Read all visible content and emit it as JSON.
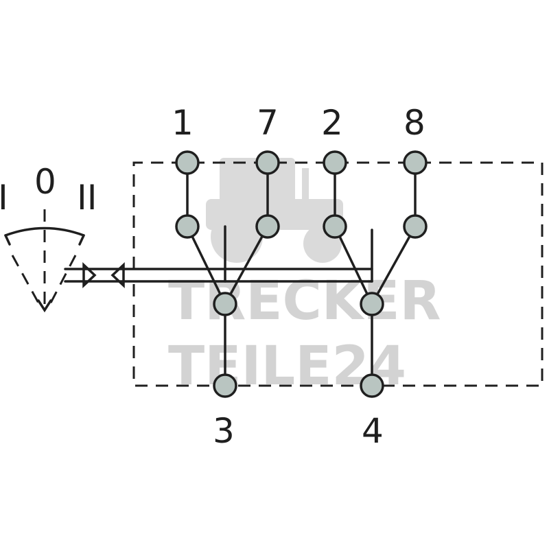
{
  "switch_positions": {
    "left": "I",
    "center": "0",
    "right": "II"
  },
  "terminals": {
    "t1": "1",
    "t7": "7",
    "t2": "2",
    "t8": "8",
    "t3": "3",
    "t4": "4"
  },
  "watermark": {
    "line1": "TRECKER",
    "line2": "TEILE24"
  },
  "colors": {
    "line": "#1f1f1f",
    "node_fill": "#b9c5c1",
    "watermark": "#cfcfcf"
  }
}
